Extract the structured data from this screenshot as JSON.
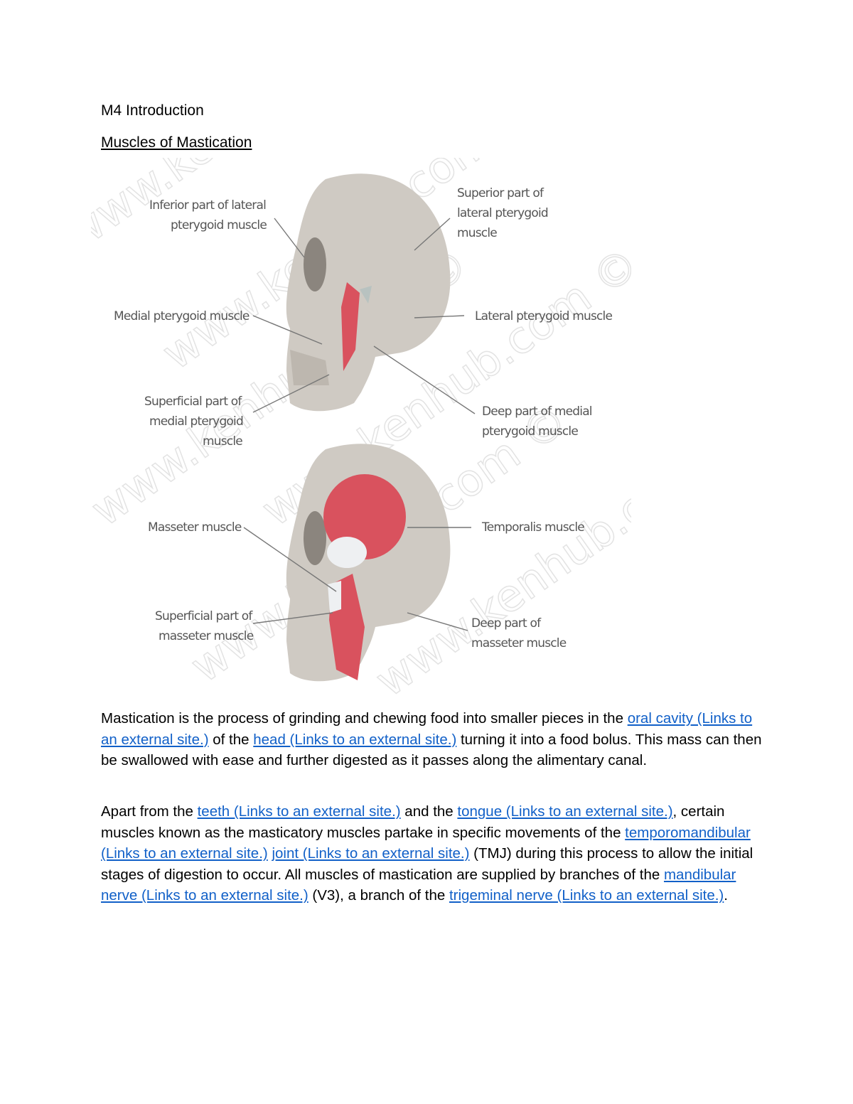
{
  "document": {
    "title": "M4 Introduction",
    "section_heading": "Muscles of Mastication"
  },
  "figure": {
    "watermark": "www.kenhub.com ©",
    "top_skull_labels": {
      "inferior_lateral_pterygoid_1": "Inferior part of lateral",
      "inferior_lateral_pterygoid_2": "pterygoid muscle",
      "superior_lateral_pterygoid_1": "Superior part of",
      "superior_lateral_pterygoid_2": "lateral pterygoid",
      "superior_lateral_pterygoid_3": "muscle",
      "medial_pterygoid": "Medial pterygoid muscle",
      "lateral_pterygoid": "Lateral pterygoid muscle",
      "superficial_medial_pterygoid_1": "Superficial part of",
      "superficial_medial_pterygoid_2": "medial pterygoid",
      "superficial_medial_pterygoid_3": "muscle",
      "deep_medial_pterygoid_1": "Deep part of medial",
      "deep_medial_pterygoid_2": "pterygoid muscle"
    },
    "bottom_skull_labels": {
      "masseter": "Masseter muscle",
      "temporalis": "Temporalis muscle",
      "superficial_masseter_1": "Superficial part of",
      "superficial_masseter_2": "masseter muscle",
      "deep_masseter_1": "Deep part of",
      "deep_masseter_2": "masseter muscle"
    },
    "colors": {
      "bone": "#cfcac3",
      "muscle": "#d9525e",
      "tendon": "#eef0f2"
    }
  },
  "paragraph1": {
    "t1": "Mastication is the process of grinding and chewing food into smaller pieces in the ",
    "link1": "oral cavity (Links to an external site.)",
    "t2": " of the ",
    "link2": "head (Links to an external site.)",
    "t3": " turning it into a food bolus. This mass can then be swallowed with ease and further digested as it passes along the alimentary canal."
  },
  "paragraph2": {
    "t1": "Apart from the ",
    "link1": "teeth (Links to an external site.)",
    "t2": " and the ",
    "link2": "tongue (Links to an external site.)",
    "t3": ", certain muscles known as the masticatory muscles partake in specific movements of the ",
    "link3": "temporomandibular (Links to an external site.)",
    "t4": " ",
    "link4": "joint (Links to an external site.)",
    "t5": " (TMJ) during this process to allow the initial stages of digestion to occur. All muscles of mastication are supplied by branches of the ",
    "link5": "mandibular nerve (Links to an external site.)",
    "t6": " (V3), a branch of the ",
    "link6": "trigeminal nerve (Links to an external site.)",
    "t7": "."
  },
  "link_color": "#1160c8"
}
